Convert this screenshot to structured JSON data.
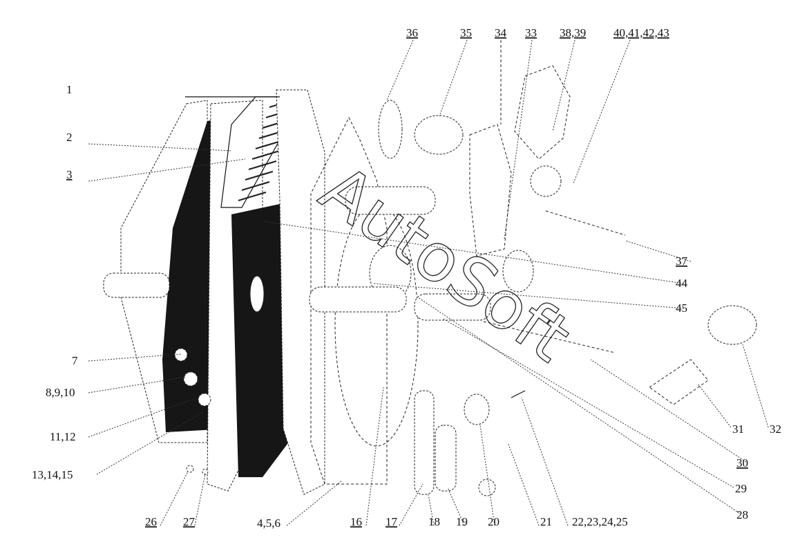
{
  "watermark": "AutoSoft",
  "callouts": [
    {
      "id": "c1",
      "text": "1"
    },
    {
      "id": "c2",
      "text": "2"
    },
    {
      "id": "c3",
      "text": "3"
    },
    {
      "id": "c7",
      "text": "7"
    },
    {
      "id": "c8",
      "text": "8,9,10"
    },
    {
      "id": "c11",
      "text": "11,12"
    },
    {
      "id": "c13",
      "text": "13,14,15"
    },
    {
      "id": "c26",
      "text": "26"
    },
    {
      "id": "c27",
      "text": "27"
    },
    {
      "id": "c4",
      "text": "4,5,6"
    },
    {
      "id": "c16",
      "text": "16"
    },
    {
      "id": "c17",
      "text": "17"
    },
    {
      "id": "c18",
      "text": "18"
    },
    {
      "id": "c19",
      "text": "19"
    },
    {
      "id": "c20",
      "text": "20"
    },
    {
      "id": "c21",
      "text": "21"
    },
    {
      "id": "c22",
      "text": "22,23,24,25"
    },
    {
      "id": "c28",
      "text": "28"
    },
    {
      "id": "c29",
      "text": "29"
    },
    {
      "id": "c30",
      "text": "30"
    },
    {
      "id": "c31",
      "text": "31"
    },
    {
      "id": "c32",
      "text": "32"
    },
    {
      "id": "c36",
      "text": "36"
    },
    {
      "id": "c35",
      "text": "35"
    },
    {
      "id": "c34",
      "text": "34"
    },
    {
      "id": "c33",
      "text": "33"
    },
    {
      "id": "c38",
      "text": "38,39"
    },
    {
      "id": "c40",
      "text": "40,41,42,43"
    },
    {
      "id": "c37",
      "text": "37"
    },
    {
      "id": "c44",
      "text": "44"
    },
    {
      "id": "c45",
      "text": "45"
    }
  ]
}
